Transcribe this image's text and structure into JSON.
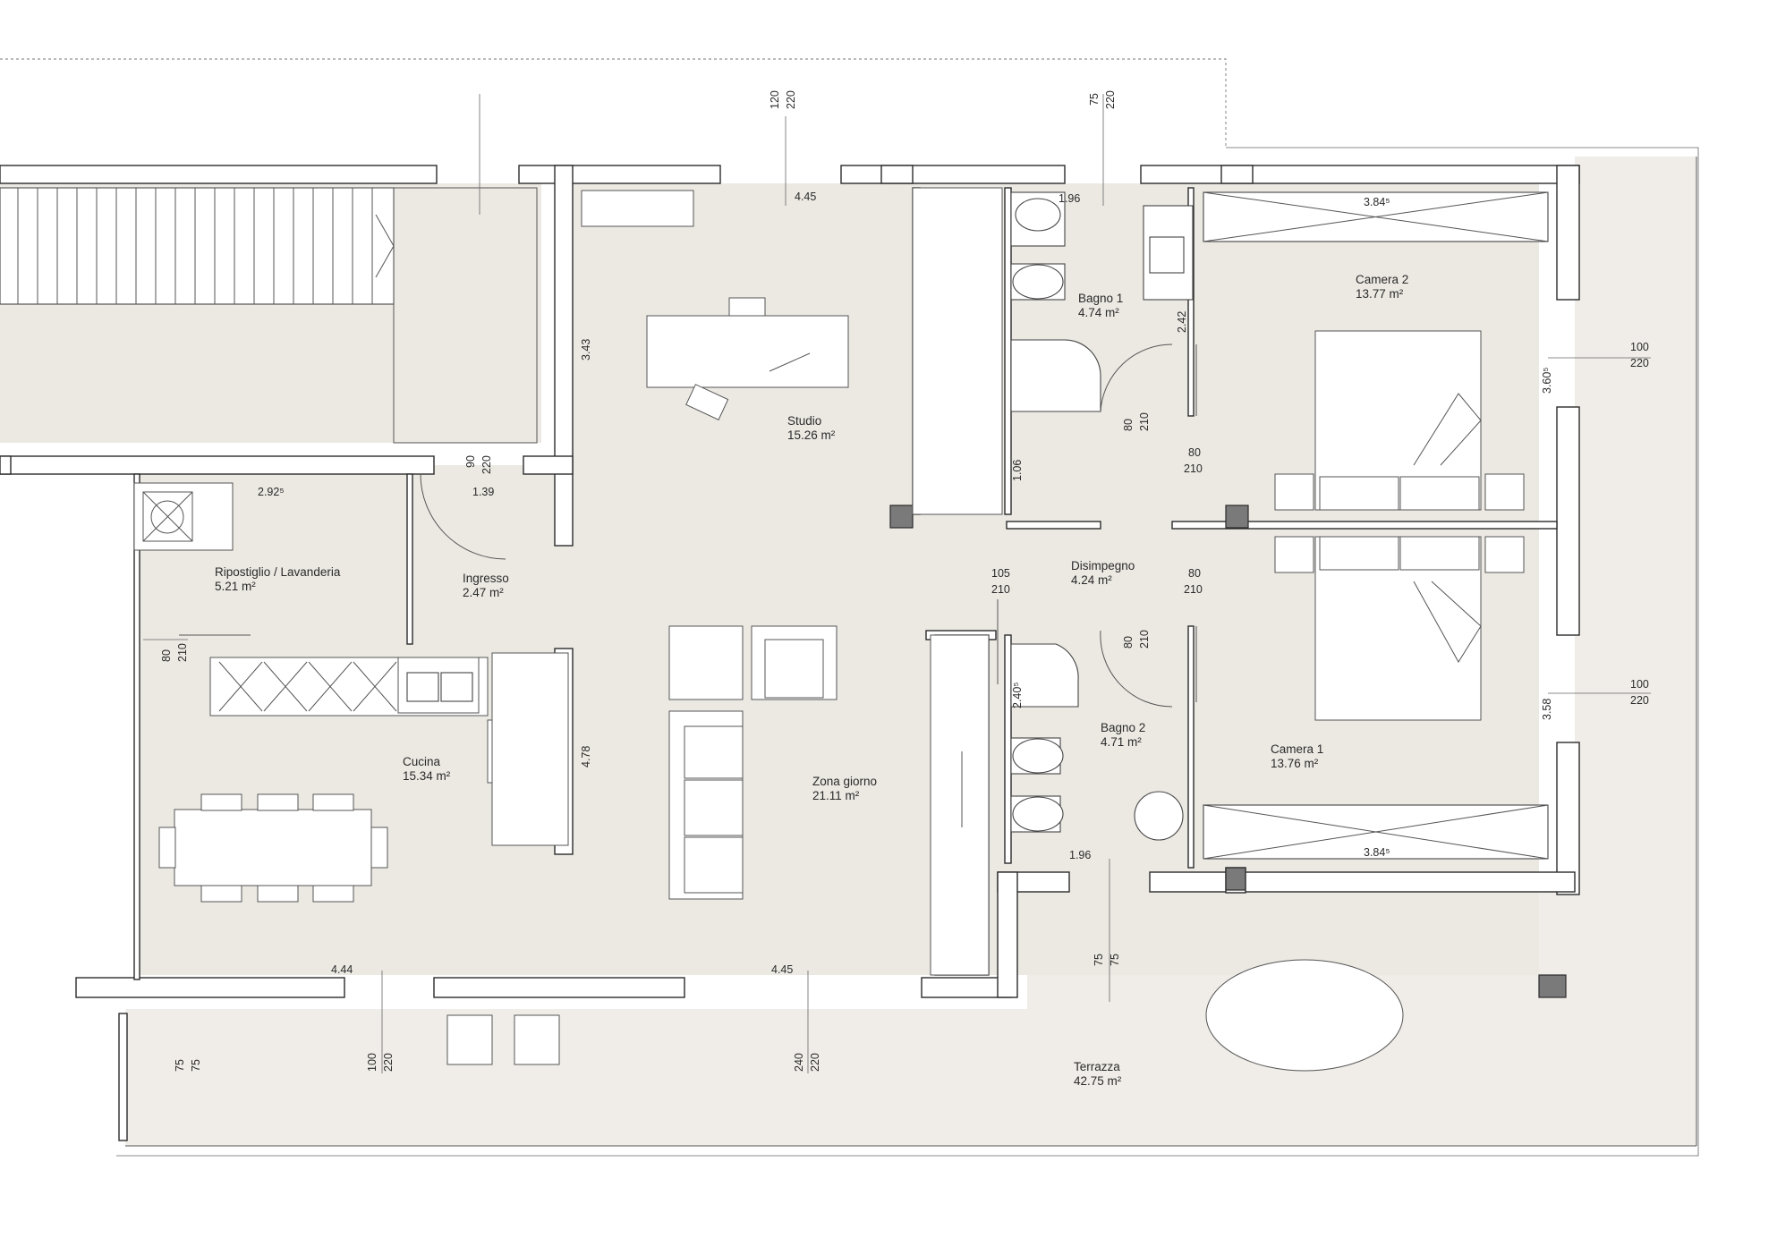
{
  "rooms": {
    "studio": {
      "name": "Studio",
      "area": "15.26 m²"
    },
    "bagno1": {
      "name": "Bagno 1",
      "area": "4.74 m²"
    },
    "camera2": {
      "name": "Camera 2",
      "area": "13.77 m²"
    },
    "ripostiglio": {
      "name": "Ripostiglio / Lavanderia",
      "area": "5.21 m²"
    },
    "ingresso": {
      "name": "Ingresso",
      "area": "2.47 m²"
    },
    "disimpegno": {
      "name": "Disimpegno",
      "area": "4.24 m²"
    },
    "bagno2": {
      "name": "Bagno 2",
      "area": "4.71 m²"
    },
    "camera1": {
      "name": "Camera 1",
      "area": "13.76 m²"
    },
    "cucina": {
      "name": "Cucina",
      "area": "15.34 m²"
    },
    "zonagiorno": {
      "name": "Zona giorno",
      "area": "21.11 m²"
    },
    "terrazza": {
      "name": "Terrazza",
      "area": "42.75 m²"
    }
  },
  "dimensions": {
    "studio_width": "4.45",
    "bagno1_width": "1.96",
    "camera2_width": "3.84⁵",
    "studio_depth": "3.43",
    "bagno1_wall": "2.42",
    "camera2_depth": "3.60⁵",
    "ingresso_width": "1.39",
    "rip_width": "2.92⁵",
    "bagno1_lower": "1.06",
    "bagno2_depth": "2.40⁵",
    "camera1_depth": "3.58",
    "cucina_depth": "4.78",
    "bagno2_width": "1.96",
    "camera1_width": "3.84⁵",
    "cucina_width": "4.44",
    "zona_width": "4.45"
  },
  "openings": {
    "top_window_studio": [
      "120",
      "220"
    ],
    "top_window_bagno1": [
      "75",
      "220"
    ],
    "right_window_camera2": [
      "100",
      "220"
    ],
    "right_window_camera1": [
      "100",
      "220"
    ],
    "door_ingresso": [
      "90",
      "220"
    ],
    "door_bagno1": [
      "80",
      "210"
    ],
    "door_camera2": [
      "80",
      "210"
    ],
    "door_disimpegno": [
      "105",
      "210"
    ],
    "door_camera1": [
      "80",
      "210"
    ],
    "door_bagno2": [
      "80",
      "210"
    ],
    "door_ripostiglio": [
      "80",
      "210"
    ],
    "window_bagno2_bottom": [
      "75",
      "75"
    ],
    "window_terrace_left": [
      "75",
      "75"
    ],
    "window_cucina_bottom": [
      "100",
      "220"
    ],
    "window_zona_bottom": [
      "240",
      "220"
    ]
  }
}
